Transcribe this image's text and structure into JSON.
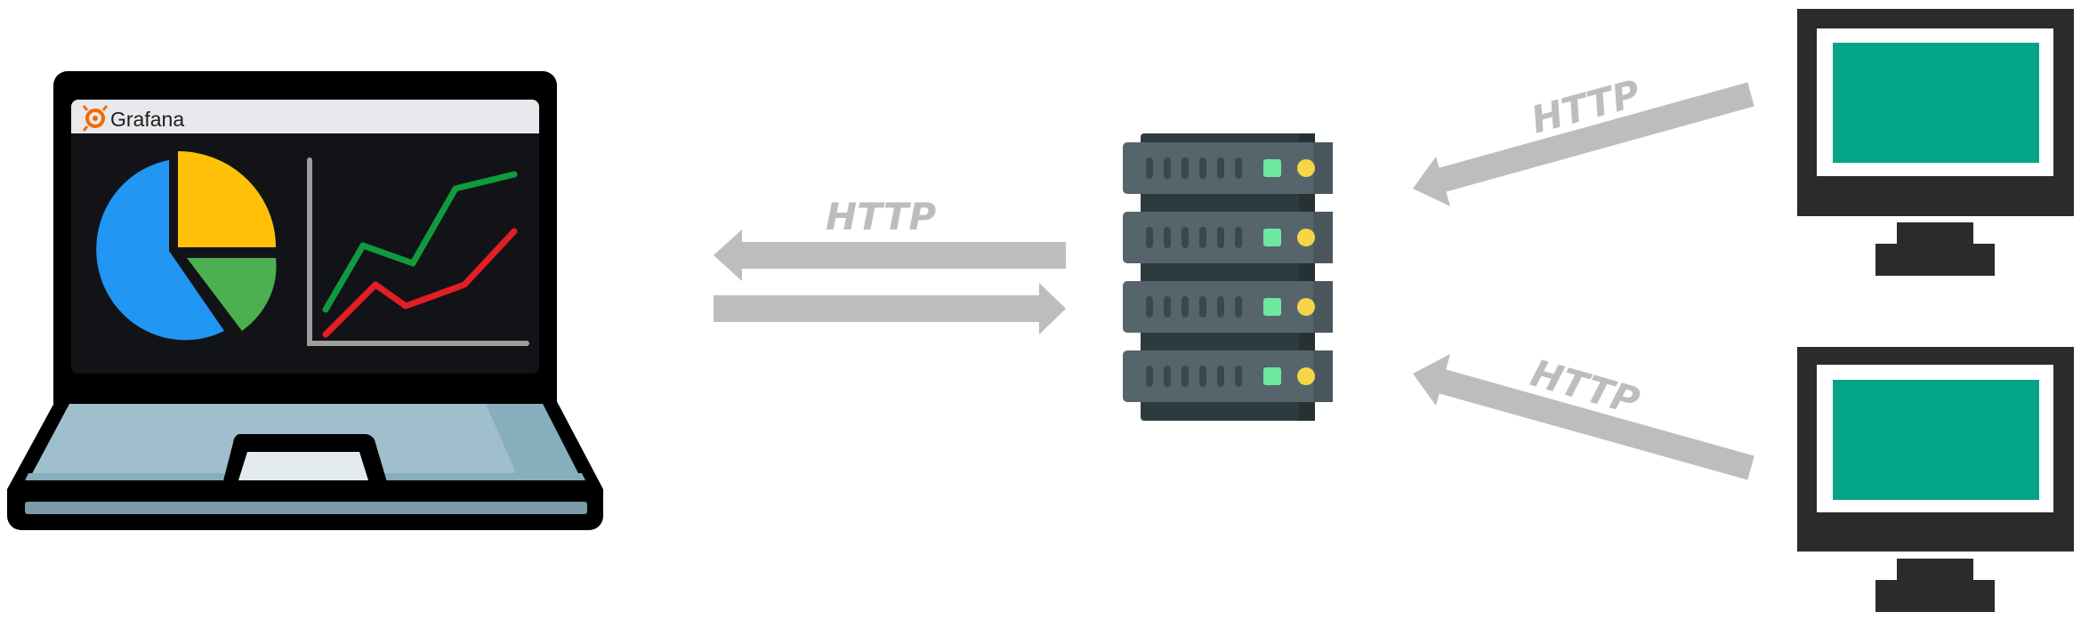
{
  "laptop": {
    "app_name": "Grafana"
  },
  "labels": {
    "laptop_to_server": "HTTP",
    "top_client_to_server": "HTTP",
    "bottom_client_to_server": "HTTP"
  },
  "colors": {
    "arrow": "#bdbdbd",
    "screen_teal": "#04a587",
    "pie_blue": "#2196f3",
    "pie_yellow": "#ffc107",
    "pie_green": "#4caf50",
    "line_green": "#109a3e",
    "line_red": "#e31e24",
    "grafana_orange": "#f46800"
  }
}
